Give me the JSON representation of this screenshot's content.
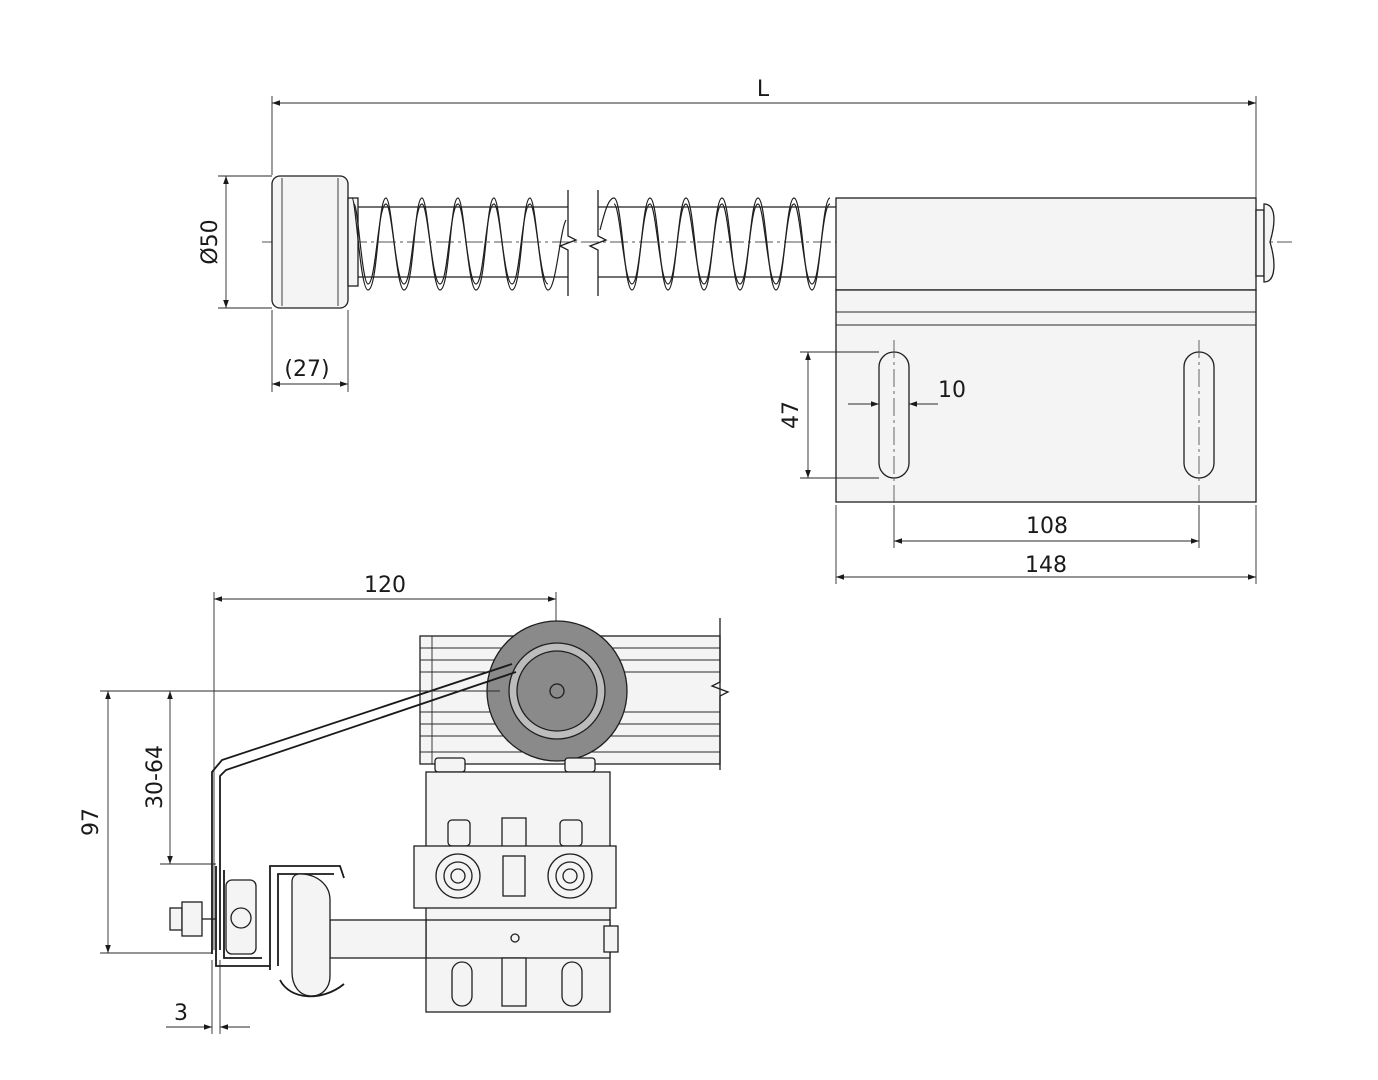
{
  "dimensions": {
    "total_length": "L",
    "roller_diameter": "Ø50",
    "roller_width": "(27)",
    "slot_height": "47",
    "slot_width": "10",
    "hole_spacing": "108",
    "bracket_length": "148",
    "arm_reach": "120",
    "track_range": "30-64",
    "total_height": "97",
    "sheet_thickness": "3"
  }
}
